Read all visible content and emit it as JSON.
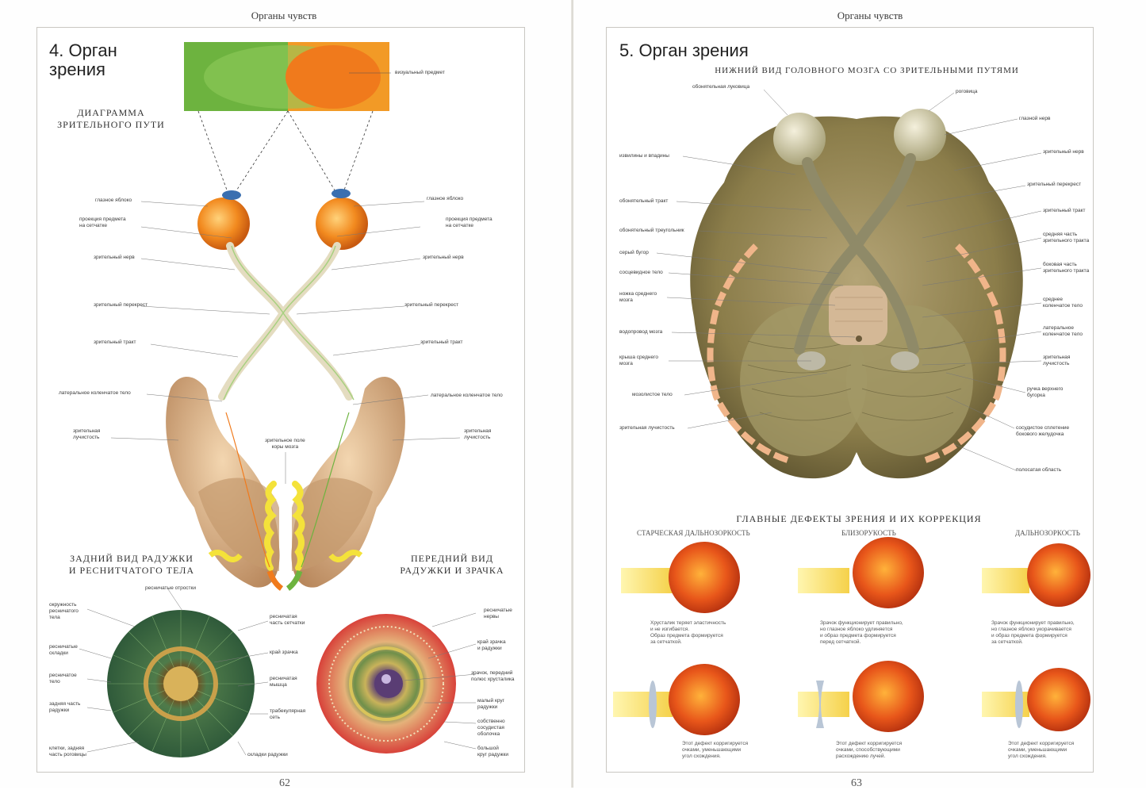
{
  "running_head_left": "Органы чувств",
  "running_head_right": "Органы чувств",
  "page_left": "62",
  "page_right": "63",
  "left": {
    "title_l1": "4. Орган",
    "title_l2": "зрения",
    "diagram_l1": "ДИАГРАММА",
    "diagram_l2": "ЗРИТЕЛЬНОГО ПУТИ",
    "labels": {
      "visual_object": "визуальный предмет",
      "eyeball_l": "глазное яблоко",
      "eyeball_r": "глазное яблоко",
      "proj_l1": "проекция предмета",
      "proj_l2": "на сетчатке",
      "proj_r1": "проекция предмета",
      "proj_r2": "на сетчатке",
      "nerve_l": "зрительный нерв",
      "nerve_r": "зрительный нерв",
      "chiasm_l": "зрительный перекрест",
      "chiasm_r": "зрительный перекрест",
      "tract_l": "зрительный тракт",
      "tract_r": "зрительный тракт",
      "lgn_l": "латеральное коленчатое тело",
      "lgn_r": "латеральное коленчатое тело",
      "rad_l1": "зрительная",
      "rad_l2": "лучистость",
      "rad_r1": "зрительная",
      "rad_r2": "лучистость",
      "cortex1": "зрительное поле",
      "cortex2": "коры мозга"
    },
    "back_view_l1": "ЗАДНИЙ ВИД РАДУЖКИ",
    "back_view_l2": "И РЕСНИТЧАТОГО ТЕЛА",
    "front_view_l1": "ПЕРЕДНИЙ ВИД",
    "front_view_l2": "РАДУЖКИ И ЗРАЧКА",
    "iris_labels": {
      "processes": "ресничатые отростки",
      "circ1": "окружность",
      "circ2": "ресничатого",
      "circ3": "тела",
      "folds1": "ресничатые",
      "folds2": "складки",
      "body1": "ресничатое",
      "body2": "тело",
      "post1": "задняя часть",
      "post2": "радужки",
      "cells1": "клетки, задняя",
      "cells2": "часть роговицы",
      "retina1": "ресничатая",
      "retina2": "часть сетчатки",
      "pupil_edge": "край зрачка",
      "muscle1": "ресничатая",
      "muscle2": "мышца",
      "trab1": "трабекулярная",
      "trab2": "сеть",
      "iris_folds": "складки радужки",
      "nerves1": "ресничатые",
      "nerves2": "нервы",
      "pedge1": "край зрачка",
      "pedge2": "и радужки",
      "lens1": "зрачок, передний",
      "lens2": "полюс хрусталика",
      "small1": "малый круг",
      "small2": "радужки",
      "vasc1": "собственно",
      "vasc2": "сосудистая",
      "vasc3": "оболочка",
      "big1": "большой",
      "big2": "круг радужки"
    }
  },
  "right": {
    "title": "5. Орган зрения",
    "subtitle": "НИЖНИЙ ВИД ГОЛОВНОГО МОЗГА СО ЗРИТЕЛЬНЫМИ ПУТЯМИ",
    "brain_labels": {
      "olf_bulb": "обонятельная луковица",
      "cornea": "роговица",
      "eye_nerve": "глазной нерв",
      "gyri": "извилины и впадины",
      "opt_nerve": "зрительный нерв",
      "olf_tract": "обонятельный тракт",
      "opt_chiasm": "зрительный перекрест",
      "olf_tri": "обонятельный треугольник",
      "opt_tract": "зрительный тракт",
      "grey1": "серый бугор",
      "mid1": "средняя часть",
      "mid2": "зрительного тракта",
      "mam": "сосцевидное тело",
      "lat1": "боковая часть",
      "lat2": "зрительного тракта",
      "ped1": "ножка среднего",
      "ped2": "мозга",
      "med1": "среднее",
      "med2": "коленчатое тело",
      "aq": "водопровод мозга",
      "lgb1": "латеральное",
      "lgb2": "коленчатое тело",
      "roof1": "крыша среднего",
      "roof2": "мозга",
      "rad1": "зрительная",
      "rad2": "лучистость",
      "corpus": "мозолистое тело",
      "handle1": "ручка верхнего",
      "handle2": "бугорка",
      "opt_rad": "зрительная лучистость",
      "plex1": "сосудистое сплетение",
      "plex2": "бокового желудочка",
      "striate": "полосатая область"
    },
    "defects_title": "ГЛАВНЫЕ ДЕФЕКТЫ ЗРЕНИЯ И ИХ КОРРЕКЦИЯ",
    "defects": [
      {
        "name": "СТАРЧЕСКАЯ ДАЛЬНОЗОРКОСТЬ",
        "cap1": [
          "Хрусталик теряет эластичность",
          "и не изгибается.",
          "Образ предмета формируется",
          "за сетчаткой."
        ],
        "cap2": [
          "Этот дефект корригируется",
          "очками, уменьшающими",
          "угол схождения."
        ]
      },
      {
        "name": "БЛИЗОРУКОСТЬ",
        "cap1": [
          "Зрачок функционирует правильно,",
          "но глазное яблоко удлиняется",
          "и образ предмета формируется",
          "перед сетчаткой."
        ],
        "cap2": [
          "Этот дефект корригируется",
          "очками, способствующими",
          "расхождению лучей."
        ]
      },
      {
        "name": "ДАЛЬНОЗОРКОСТЬ",
        "cap1": [
          "Зрачок функционирует правильно,",
          "но глазное яблоко укорачивается",
          "и образ предмета формируется",
          "за сетчаткой."
        ],
        "cap2": [
          "Этот дефект корригируется",
          "очками, уменьшающими",
          "угол схождения."
        ]
      }
    ]
  },
  "colors": {
    "green": "#6db33f",
    "orange": "#f07a1c",
    "eye": "#f2891e",
    "brain": "#8b7d4a",
    "cortex": "#f0b58a"
  }
}
